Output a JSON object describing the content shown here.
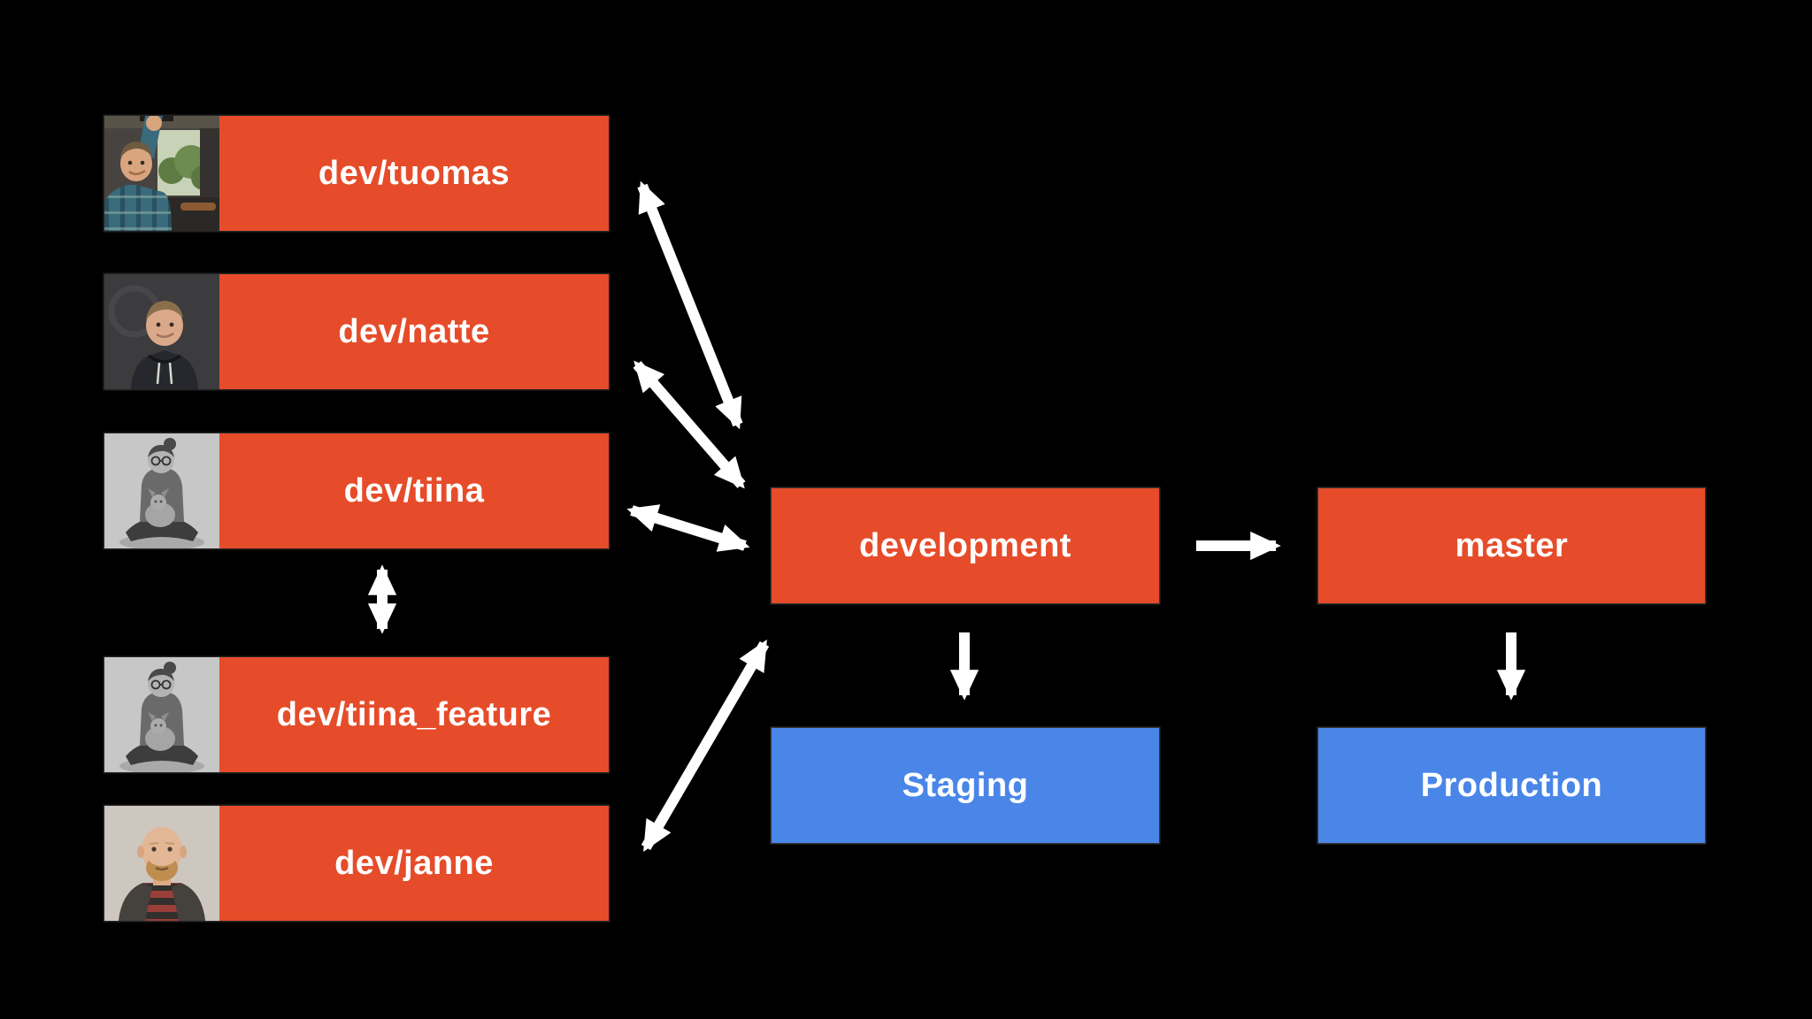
{
  "diagram": {
    "colors": {
      "background": "#000000",
      "branch_box": "#e64c2a",
      "environment_box": "#4a86e8",
      "arrow": "#ffffff",
      "label_text": "#ffffff"
    },
    "developer_branches": [
      {
        "label": "dev/tuomas",
        "avatar": "tuomas-photo"
      },
      {
        "label": "dev/natte",
        "avatar": "natte-photo"
      },
      {
        "label": "dev/tiina",
        "avatar": "tiina-photo"
      },
      {
        "label": "dev/tiina_feature",
        "avatar": "tiina-photo"
      },
      {
        "label": "dev/janne",
        "avatar": "janne-photo"
      }
    ],
    "main_branches": [
      {
        "label": "development"
      },
      {
        "label": "master"
      }
    ],
    "environments": [
      {
        "label": "Staging"
      },
      {
        "label": "Production"
      }
    ],
    "connections": [
      {
        "from": "dev/tuomas",
        "to": "development",
        "type": "bidirectional"
      },
      {
        "from": "dev/natte",
        "to": "development",
        "type": "bidirectional"
      },
      {
        "from": "dev/tiina",
        "to": "development",
        "type": "bidirectional"
      },
      {
        "from": "dev/tiina",
        "to": "dev/tiina_feature",
        "type": "bidirectional"
      },
      {
        "from": "dev/janne",
        "to": "development",
        "type": "bidirectional"
      },
      {
        "from": "development",
        "to": "master",
        "type": "directed"
      },
      {
        "from": "development",
        "to": "Staging",
        "type": "directed"
      },
      {
        "from": "master",
        "to": "Production",
        "type": "directed"
      }
    ]
  }
}
